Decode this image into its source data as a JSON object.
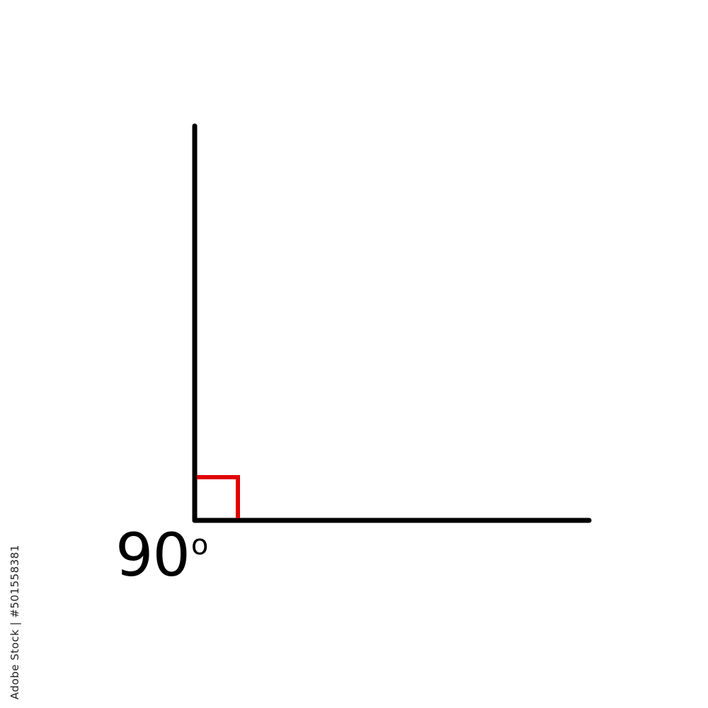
{
  "angle": {
    "value": "90",
    "unit": "o"
  },
  "stock_id": "Adobe Stock | #501558381",
  "colors": {
    "background": "#ffffff",
    "lines": "#000000",
    "right_angle_marker": "#e00000"
  }
}
